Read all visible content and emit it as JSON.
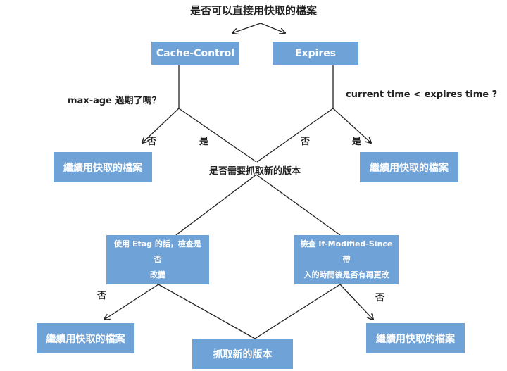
{
  "title": "是否可以直接用快取的檔案",
  "boxes": {
    "cache_control": "Cache-Control",
    "expires": "Expires",
    "use_cache_left": "繼續用快取的檔案",
    "use_cache_right": "繼續用快取的檔案",
    "etag_check_line1": "使用 Etag 的話，檢查是否",
    "etag_check_line2": "改變",
    "modified_check_line1": "檢查 If-Modified-Since 帶",
    "modified_check_line2": "入的時間後是否有再更改",
    "use_cache_bottom_left": "繼續用快取的檔案",
    "use_cache_bottom_right": "繼續用快取的檔案",
    "fetch_new": "抓取新的版本"
  },
  "labels": {
    "max_age_question": "max-age 過期了嗎？",
    "expires_question": "current time < expires time ?",
    "need_fetch_question": "是否需要抓取新的版本",
    "no_1": "否",
    "yes_1": "是",
    "no_2": "否",
    "yes_2": "是",
    "no_3": "否",
    "no_4": "否"
  },
  "colors": {
    "box_fill": "#6fa3d8",
    "box_text": "#ffffff",
    "line": "#222222",
    "text": "#222222"
  }
}
